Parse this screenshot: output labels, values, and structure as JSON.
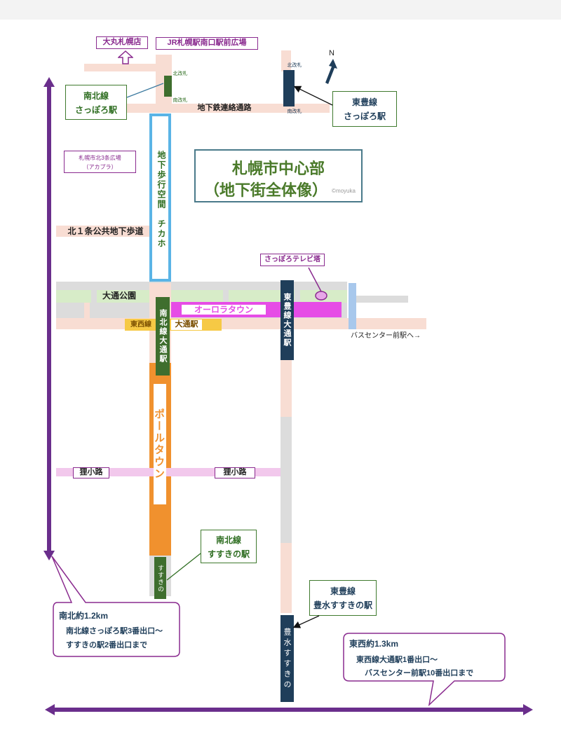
{
  "title": {
    "line1": "札幌市中心部",
    "line2": "（地下街全体像）",
    "credit": "©moyuka"
  },
  "north": "N",
  "labels": {
    "daimaru": "大丸札幌店",
    "jr_plaza": "JR札幌駅南口駅前広場",
    "akapla": "札幌市北3条広場",
    "akapla_sub": "（アカプラ）",
    "kita1jo": "北１条公共地下歩道",
    "chikaho": "地下歩行空間　チカホ",
    "chikatetsu": "地下鉄連絡通路",
    "tv_tower": "さっぽろテレビ塔",
    "odori_park": "大通公園",
    "aurora": "オーロラタウン",
    "tozai_line": "東西線",
    "odori_station": "大通駅",
    "nanboku_odori": "南北線大通駅",
    "toho_odori": "東豊線大通駅",
    "pole": "ポールタウン",
    "tanuki_left": "狸小路",
    "tanuki_right": "狸小路",
    "bus_center": "バスセンター前駅へ→",
    "susukino_box": "すすきの",
    "hosui_box": "豊水すすきの",
    "north_gate_1": "北改札",
    "south_gate_1": "南改札",
    "north_gate_2": "北改札",
    "south_gate_2": "南改札"
  },
  "callouts": {
    "nanboku_sapporo": {
      "line1": "南北線",
      "line2": "さっぽろ駅"
    },
    "toho_sapporo": {
      "line1": "東豊線",
      "line2": "さっぽろ駅"
    },
    "nanboku_susukino": {
      "line1": "南北線",
      "line2": "すすきの駅"
    },
    "toho_hosui": {
      "line1": "東豊線",
      "line2": "豊水すすきの駅"
    }
  },
  "distances": {
    "ns": {
      "title": "南北約1.2km",
      "line1": "南北線さっぽろ駅3番出口～",
      "line2": "すすきの駅2番出口まで"
    },
    "ew": {
      "title": "東西約1.3km",
      "line1": "東西線大通駅1番出口～",
      "line2": "バスセンター前駅10番出口まで"
    }
  },
  "colors": {
    "purple": "#6a2e8c",
    "nanboku": "#3f6e2e",
    "toho": "#1f3e5a",
    "aurora": "#e64ce6",
    "pole": "#f0912e",
    "chikaho": "#5ab4e6",
    "corridor": "#f8ddd3",
    "tanuki": "#f2c8ec",
    "park": "#d7ecc8"
  }
}
